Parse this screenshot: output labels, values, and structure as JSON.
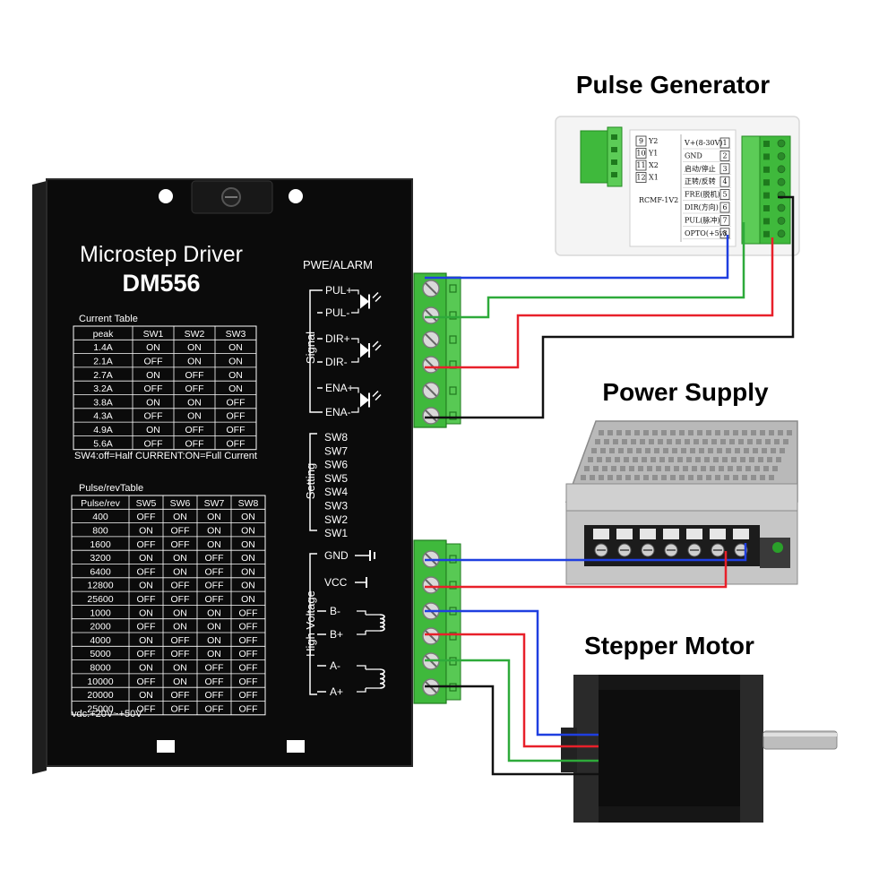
{
  "headings": {
    "pulse_generator": "Pulse Generator",
    "power_supply": "Power Supply",
    "stepper_motor": "Stepper Motor"
  },
  "driver": {
    "title": "Microstep Driver",
    "model": "DM556",
    "pwr_alarm": "PWE/ALARM",
    "current_table": {
      "caption": "Current Table",
      "headers": [
        "peak",
        "SW1",
        "SW2",
        "SW3"
      ],
      "rows": [
        [
          "1.4A",
          "ON",
          "ON",
          "ON"
        ],
        [
          "2.1A",
          "OFF",
          "ON",
          "ON"
        ],
        [
          "2.7A",
          "ON",
          "OFF",
          "ON"
        ],
        [
          "3.2A",
          "OFF",
          "OFF",
          "ON"
        ],
        [
          "3.8A",
          "ON",
          "ON",
          "OFF"
        ],
        [
          "4.3A",
          "OFF",
          "ON",
          "OFF"
        ],
        [
          "4.9A",
          "ON",
          "OFF",
          "OFF"
        ],
        [
          "5.6A",
          "OFF",
          "OFF",
          "OFF"
        ]
      ],
      "note": "SW4:off=Half CURRENT:ON=Full Current"
    },
    "pulse_table": {
      "caption": "Pulse/revTable",
      "headers": [
        "Pulse/rev",
        "SW5",
        "SW6",
        "SW7",
        "SW8"
      ],
      "rows": [
        [
          "400",
          "OFF",
          "ON",
          "ON",
          "ON"
        ],
        [
          "800",
          "ON",
          "OFF",
          "ON",
          "ON"
        ],
        [
          "1600",
          "OFF",
          "OFF",
          "ON",
          "ON"
        ],
        [
          "3200",
          "ON",
          "ON",
          "OFF",
          "ON"
        ],
        [
          "6400",
          "OFF",
          "ON",
          "OFF",
          "ON"
        ],
        [
          "12800",
          "ON",
          "OFF",
          "OFF",
          "ON"
        ],
        [
          "25600",
          "OFF",
          "OFF",
          "OFF",
          "ON"
        ],
        [
          "1000",
          "ON",
          "ON",
          "ON",
          "OFF"
        ],
        [
          "2000",
          "OFF",
          "ON",
          "ON",
          "OFF"
        ],
        [
          "4000",
          "ON",
          "OFF",
          "ON",
          "OFF"
        ],
        [
          "5000",
          "OFF",
          "OFF",
          "ON",
          "OFF"
        ],
        [
          "8000",
          "ON",
          "ON",
          "OFF",
          "OFF"
        ],
        [
          "10000",
          "OFF",
          "ON",
          "OFF",
          "OFF"
        ],
        [
          "20000",
          "ON",
          "OFF",
          "OFF",
          "OFF"
        ],
        [
          "25000",
          "OFF",
          "OFF",
          "OFF",
          "OFF"
        ]
      ],
      "note": "vdc:+20V~+50V"
    },
    "signal": {
      "label": "Signal",
      "pins": [
        "PUL+",
        "PUL-",
        "DIR+",
        "DIR-",
        "ENA+",
        "ENA-"
      ]
    },
    "setting": {
      "label": "Setting",
      "switches": [
        "SW8",
        "SW7",
        "SW6",
        "SW5",
        "SW4",
        "SW3",
        "SW2",
        "SW1"
      ]
    },
    "high_voltage": {
      "label": "High Voltage",
      "pins": [
        "GND",
        "VCC",
        "B-",
        "B+",
        "A-",
        "A+"
      ]
    }
  },
  "pulse_generator": {
    "model": "RCMF-1V2",
    "left_pins": [
      {
        "num": "9",
        "name": "Y2"
      },
      {
        "num": "10",
        "name": "Y1"
      },
      {
        "num": "11",
        "name": "X2"
      },
      {
        "num": "12",
        "name": "X1"
      }
    ],
    "right_pins": [
      {
        "name": "V+(8-30V)",
        "num": "1"
      },
      {
        "name": "GND",
        "num": "2"
      },
      {
        "name": "启动/停止",
        "num": "3"
      },
      {
        "name": "正转/反转",
        "num": "4"
      },
      {
        "name": "FRE(脱机)",
        "num": "5"
      },
      {
        "name": "DIR(方向)",
        "num": "6"
      },
      {
        "name": "PUL(脉冲)",
        "num": "7"
      },
      {
        "name": "OPTO(+5v)",
        "num": "8"
      }
    ]
  },
  "colors": {
    "terminal_green": "#3fb93c",
    "wire_blue": "#1f3fe0",
    "wire_green": "#2eaa3a",
    "wire_red": "#e8202a",
    "wire_black": "#111111",
    "driver_body": "#0b0b0b"
  }
}
